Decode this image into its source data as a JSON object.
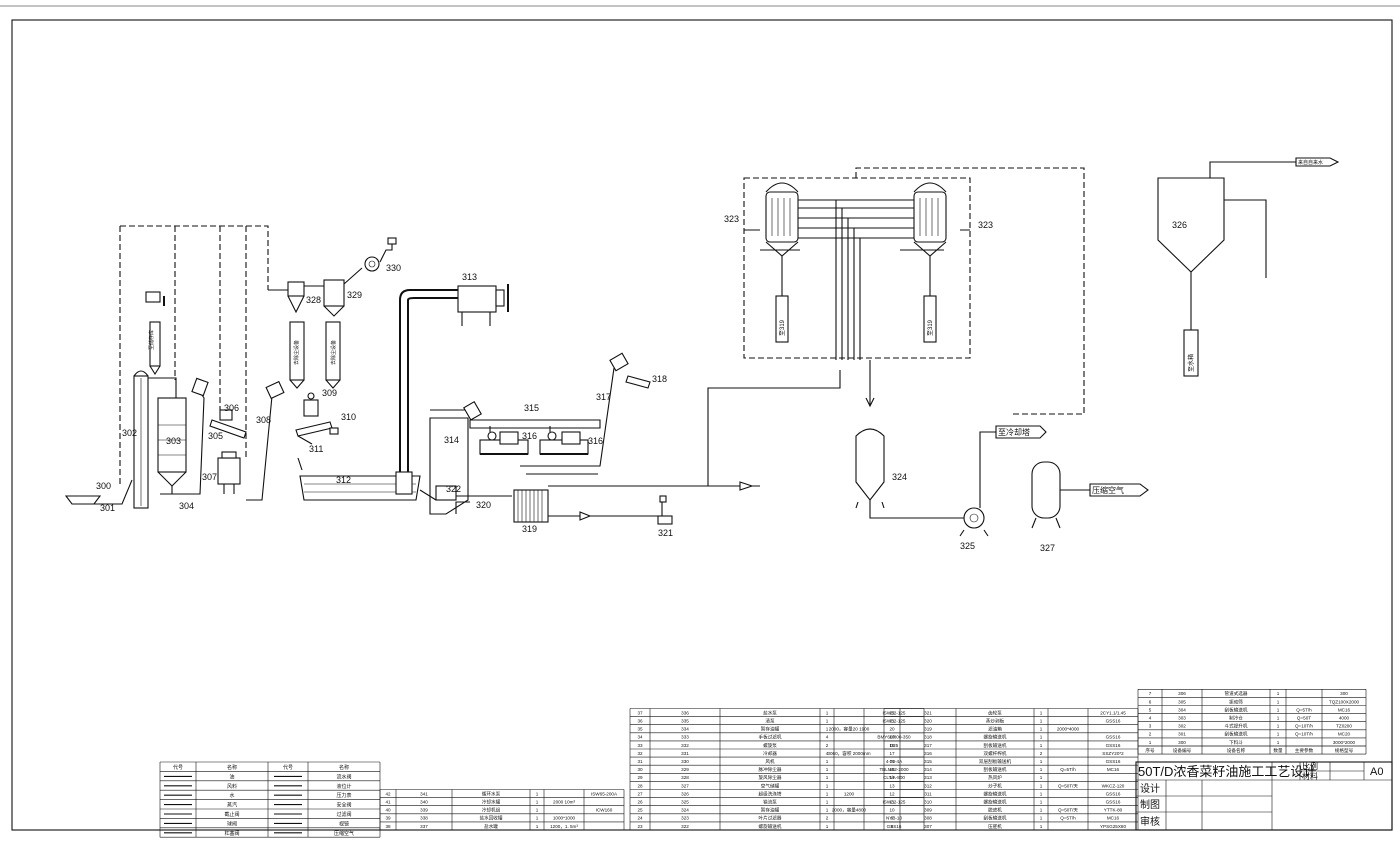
{
  "drawing": {
    "title": "50T/D浓香菜籽油施工工艺设计",
    "sheet_size": "A0",
    "ratio_label": "比例",
    "material_label": "材料",
    "design_label": "设计",
    "drawn_label": "制图",
    "review_label": "审核"
  },
  "equipment": [
    {
      "tag": "300"
    },
    {
      "tag": "301"
    },
    {
      "tag": "302"
    },
    {
      "tag": "303"
    },
    {
      "tag": "304"
    },
    {
      "tag": "305"
    },
    {
      "tag": "306"
    },
    {
      "tag": "307"
    },
    {
      "tag": "308"
    },
    {
      "tag": "309"
    },
    {
      "tag": "310"
    },
    {
      "tag": "311"
    },
    {
      "tag": "312"
    },
    {
      "tag": "313"
    },
    {
      "tag": "314"
    },
    {
      "tag": "315"
    },
    {
      "tag": "316"
    },
    {
      "tag": "316"
    },
    {
      "tag": "317"
    },
    {
      "tag": "318"
    },
    {
      "tag": "319"
    },
    {
      "tag": "320"
    },
    {
      "tag": "321"
    },
    {
      "tag": "322"
    },
    {
      "tag": "323"
    },
    {
      "tag": "323"
    },
    {
      "tag": "324"
    },
    {
      "tag": "325"
    },
    {
      "tag": "326"
    },
    {
      "tag": "327"
    },
    {
      "tag": "328"
    },
    {
      "tag": "329"
    },
    {
      "tag": "330"
    }
  ],
  "stream_labels": {
    "to_cooling_tower": "至冷却塔",
    "compressed_air": "压缩空气",
    "from_tap_water": "来自自来水",
    "to_319a": "至319",
    "to_319b": "至319",
    "to_water_tank": "至水箱",
    "to_dust_a": "去除尘设备",
    "to_dust_b": "去除尘设备",
    "storage_label": "至储存库"
  },
  "legend": {
    "headers": [
      "代号",
      "名称",
      "代号",
      "名称"
    ],
    "rows": [
      [
        "",
        "油",
        "",
        "流水阀"
      ],
      [
        "",
        "风料",
        "",
        "液位计"
      ],
      [
        "",
        "水",
        "",
        "压力表"
      ],
      [
        "",
        "蒸汽",
        "",
        "安全阀"
      ],
      [
        "",
        "截止阀",
        "",
        "过滤阀"
      ],
      [
        "",
        "球阀",
        "",
        "视镜"
      ],
      [
        "",
        "杠塞阀",
        "",
        "压缩空气"
      ]
    ]
  },
  "bom_col1": [
    [
      "37",
      "336",
      "盐水泵",
      "1",
      "",
      "ISW32-125"
    ],
    [
      "36",
      "335",
      "清泵",
      "1",
      "",
      "ISW32-125"
    ],
    [
      "35",
      "334",
      "暂存油罐",
      "1",
      "2000，容量20 1900",
      ""
    ],
    [
      "34",
      "333",
      "手板过滤机",
      "4",
      "",
      "BMY60/800-350"
    ],
    [
      "33",
      "332",
      "螺旋泵",
      "2",
      "",
      "D25"
    ],
    [
      "32",
      "331",
      "冷却器",
      "4",
      "3060，容积 2000mm",
      ""
    ],
    [
      "31",
      "330",
      "风机",
      "1",
      "",
      "4-72-4A"
    ],
    [
      "30",
      "329",
      "脉冲除尘器",
      "1",
      "",
      "TBLM02-2000"
    ],
    [
      "29",
      "328",
      "旋风除尘器",
      "1",
      "",
      "CLT/A-800"
    ],
    [
      "28",
      "327",
      "空气储罐",
      "1",
      "",
      ""
    ],
    [
      "27",
      "326",
      "超级洗涤塔",
      "1",
      "1200",
      ""
    ],
    [
      "26",
      "325",
      "错流泵",
      "1",
      "",
      "ISW32-125"
    ],
    [
      "25",
      "324",
      "暂存油罐",
      "1",
      "2000，容量4800",
      ""
    ],
    [
      "24",
      "323",
      "叶片过滤器",
      "2",
      "",
      "NYB-10"
    ],
    [
      "23",
      "322",
      "螺旋输送机",
      "1",
      "",
      "GSS16"
    ]
  ],
  "bom_col2": [
    [
      "22",
      "321",
      "齿轮泵",
      "1",
      "",
      "2CY1.1/1.45"
    ],
    [
      "21",
      "320",
      "蒸炒剥板",
      "1",
      "",
      "GSS16"
    ],
    [
      "20",
      "319",
      "滤油箱",
      "1",
      "2000*4000",
      ""
    ],
    [
      "19",
      "318",
      "螺旋输送机",
      "1",
      "",
      "GSS16"
    ],
    [
      "18",
      "317",
      "刮板输送机",
      "1",
      "",
      "GSS16"
    ],
    [
      "17",
      "316",
      "双螺杆榨机",
      "2",
      "",
      "SSZY20*2"
    ],
    [
      "16",
      "315",
      "双层刮板输送机",
      "1",
      "",
      "GSS16"
    ],
    [
      "15",
      "314",
      "刮板输送机",
      "1",
      "Q=5T/h",
      "MC16"
    ],
    [
      "14",
      "313",
      "热风炉",
      "1",
      "",
      ""
    ],
    [
      "13",
      "312",
      "炒子机",
      "1",
      "Q=50T/天",
      "WKCZ-120"
    ],
    [
      "12",
      "311",
      "螺旋输送机",
      "1",
      "",
      "GSS16"
    ],
    [
      "11",
      "310",
      "螺旋输送机",
      "1",
      "",
      "GSS16"
    ],
    [
      "10",
      "309",
      "脱皮机",
      "1",
      "Q=50T/天",
      "YTTK-80"
    ],
    [
      "9",
      "308",
      "刮板输送机",
      "1",
      "Q=5T/h",
      "MC16"
    ],
    [
      "8",
      "307",
      "压胚机",
      "1",
      "",
      "YPSG25X80"
    ]
  ],
  "bom_col3": [
    [
      "7",
      "306",
      "管道式选器",
      "1",
      "",
      "300"
    ],
    [
      "6",
      "305",
      "振动筛",
      "1",
      "",
      "TQZ100X2000"
    ],
    [
      "5",
      "304",
      "刮板输送机",
      "1",
      "Q=5T/h",
      "MC16"
    ],
    [
      "4",
      "303",
      "制冷仓",
      "1",
      "Q=50T",
      "4000"
    ],
    [
      "3",
      "302",
      "斗式提升机",
      "1",
      "Q=10T/h",
      "TZ0200"
    ],
    [
      "2",
      "301",
      "刮板输送机",
      "1",
      "Q=10T/h",
      "MC20"
    ],
    [
      "1",
      "300",
      "下料斗",
      "1",
      "",
      "3000*2000"
    ]
  ],
  "bom_col3_header": [
    "序号",
    "设备编号",
    "设备名称",
    "数量",
    "主要参数",
    "规格型号"
  ],
  "bom_left": [
    [
      "42",
      "341",
      "循环水泵",
      "1",
      "",
      "ISW65-200A"
    ],
    [
      "41",
      "340",
      "冷却水罐",
      "1",
      "2000 10m³",
      ""
    ],
    [
      "40",
      "339",
      "冷却机组",
      "1",
      "",
      "ICW160"
    ],
    [
      "39",
      "338",
      "盐水回收罐",
      "1",
      "1000*1000",
      ""
    ],
    [
      "38",
      "337",
      "盐水罐",
      "1",
      "1200，1. 5m³",
      ""
    ]
  ]
}
